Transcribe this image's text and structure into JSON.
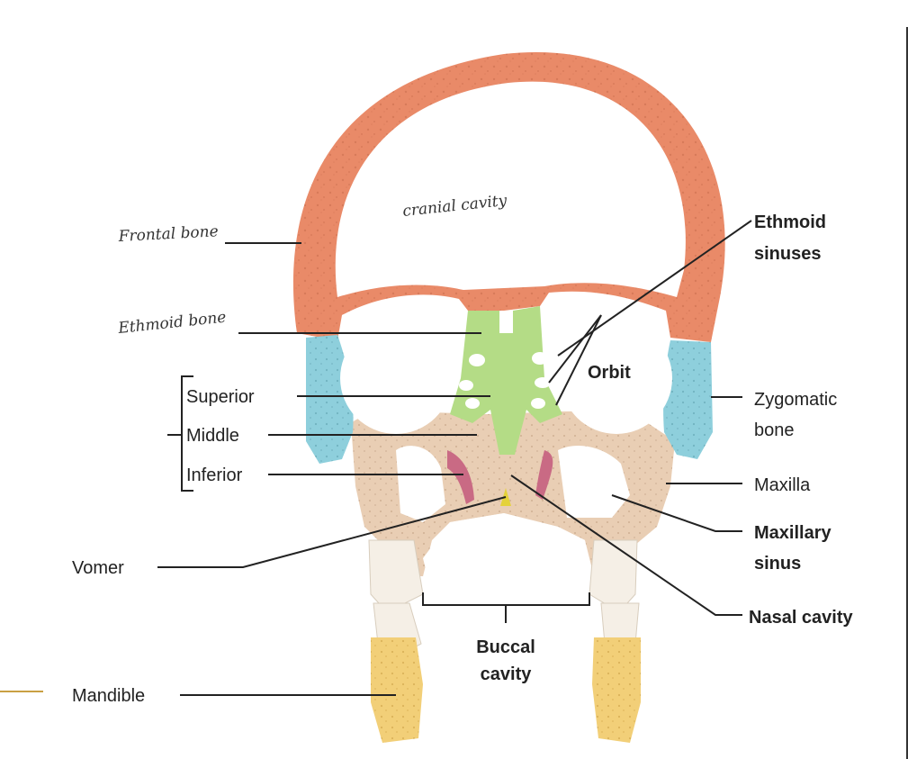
{
  "diagram": {
    "labels": {
      "cranial_cavity": "cranial cavity",
      "frontal_bone": "Frontal bone",
      "ethmoid_bone": "Ethmoid bone",
      "superior": "Superior",
      "middle": "Middle",
      "inferior": "Inferior",
      "vomer": "Vomer",
      "mandible": "Mandible",
      "ethmoid_sinuses_line1": "Ethmoid",
      "ethmoid_sinuses_line2": "sinuses",
      "orbit": "Orbit",
      "zygomatic_line1": "Zygomatic",
      "zygomatic_line2": "bone",
      "maxilla": "Maxilla",
      "maxillary_sinus_line1": "Maxillary",
      "maxillary_sinus_line2": "sinus",
      "nasal_cavity": "Nasal cavity",
      "buccal_cavity_line1": "Buccal",
      "buccal_cavity_line2": "cavity"
    },
    "colors": {
      "frontal_bone": "#e98a68",
      "ethmoid_bone": "#b4dc86",
      "zygomatic_bone": "#8ecfdc",
      "maxilla": "#e9ceb4",
      "conchae": "#c96a84",
      "vomer": "#e4d23a",
      "mandible": "#f2cf78",
      "teeth": "#f5efe6"
    }
  }
}
